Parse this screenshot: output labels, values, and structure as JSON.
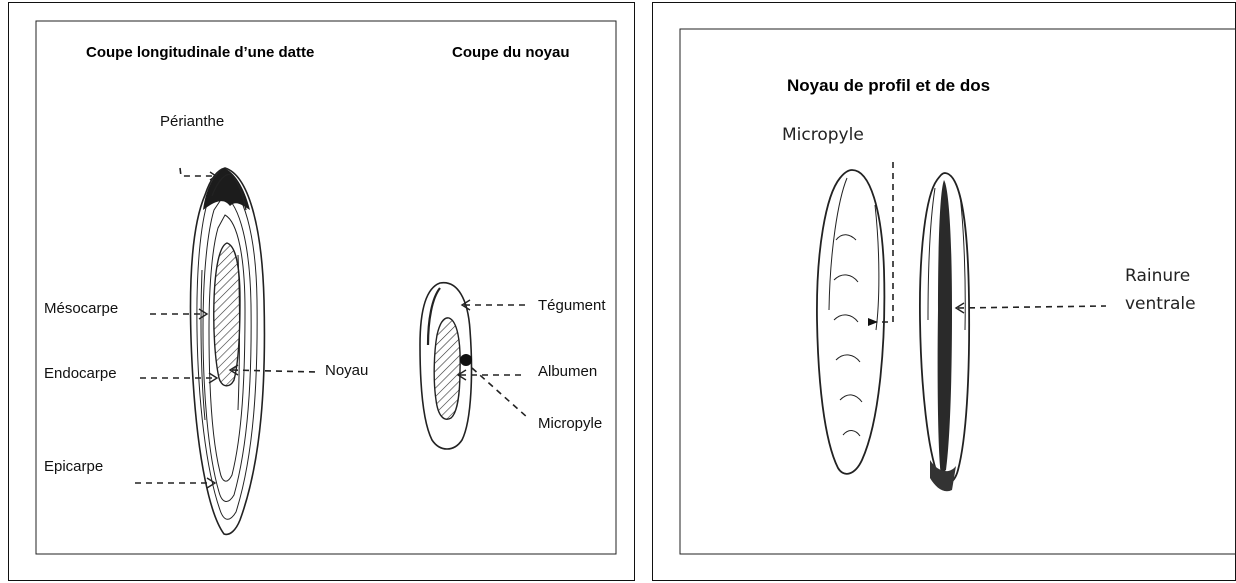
{
  "left_panel": {
    "title_left": "Coupe longitudinale d’une datte",
    "title_right": "Coupe du noyau",
    "labels": {
      "perianthe": "Périanthe",
      "mesocarpe": "Mésocarpe",
      "endocarpe": "Endocarpe",
      "epicarpe": "Epicarpe",
      "noyau": "Noyau",
      "tegument": "Tégument",
      "albumen": "Albumen",
      "micropyle": "Micropyle"
    }
  },
  "right_panel": {
    "title": "Noyau de profil et de dos",
    "labels": {
      "micropyle": "Micropyle",
      "rainure_line1": "Rainure",
      "rainure_line2": "ventrale"
    }
  }
}
